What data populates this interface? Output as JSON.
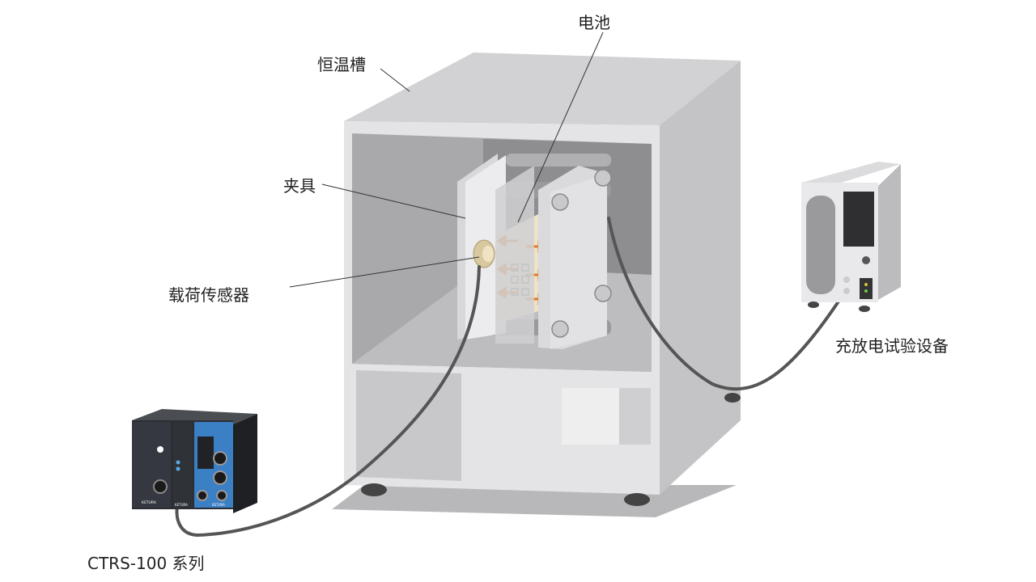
{
  "labels": {
    "chamber": "恒温槽",
    "battery": "电池",
    "fixture": "夹具",
    "load_sensor": "载荷传感器",
    "tester": "充放电试验设备",
    "controller": "CTRS-100 系列"
  },
  "controller_panel": {
    "brand_left": "KETURA",
    "brand_mid": "KETURA",
    "brand_right": "KETURA"
  },
  "colors": {
    "chamber_light": "#d9d9db",
    "chamber_front": "#e6e6e8",
    "chamber_inner": "#a9a9ab",
    "cable": "#555555",
    "arrow": "#e07a2a",
    "controller_body": "#2b2e33",
    "controller_accent": "#3b7fc4"
  }
}
